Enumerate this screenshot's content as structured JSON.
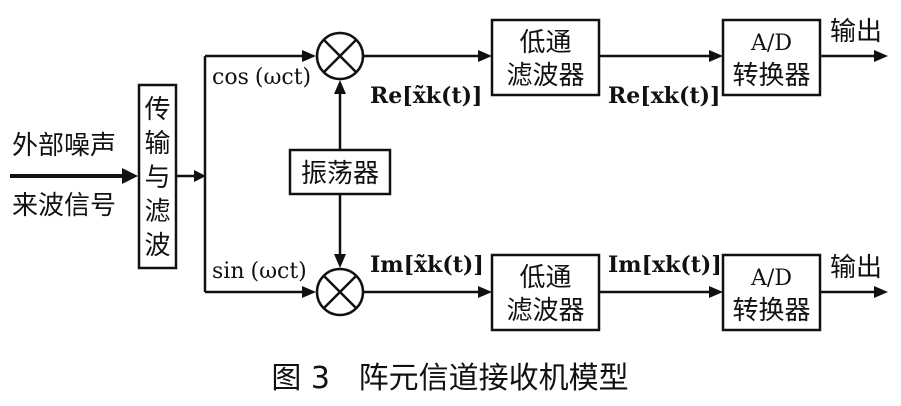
{
  "inputs": {
    "line1": "外部噪声",
    "line2": "来波信号"
  },
  "transmission_filter": {
    "chars": [
      "传",
      "输",
      "与",
      "滤",
      "波"
    ]
  },
  "oscillator": "振荡器",
  "branch_top": {
    "carrier": "cos",
    "carrier_arg": "(ωct)",
    "mixer_output": "Re[x̃k(t)]",
    "lpf_line1": "低通",
    "lpf_line2": "滤波器",
    "lpf_output": "Re[xk(t)]",
    "adc_line1": "A/D",
    "adc_line2": "转换器",
    "output": "输出"
  },
  "branch_bottom": {
    "carrier": "sin",
    "carrier_arg": "(ωct)",
    "mixer_output": "Im[x̃k(t)]",
    "lpf_line1": "低通",
    "lpf_line2": "滤波器",
    "lpf_output": "Im[xk(t)]",
    "adc_line1": "A/D",
    "adc_line2": "转换器",
    "output": "输出"
  },
  "caption": "图 3   阵元信道接收机模型"
}
